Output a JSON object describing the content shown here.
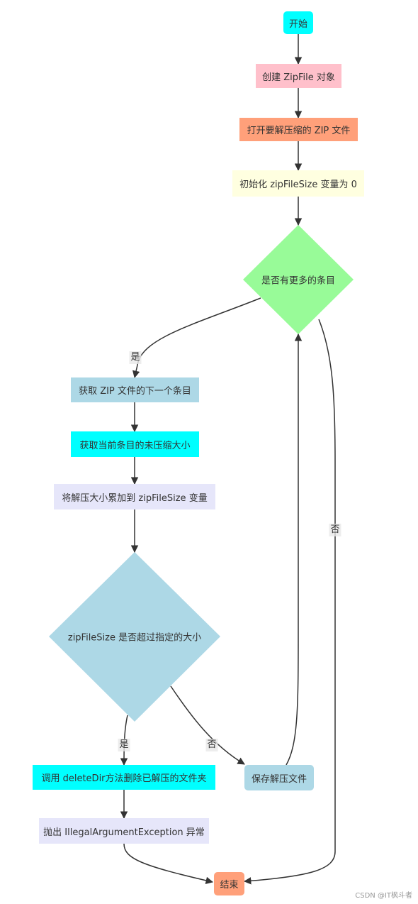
{
  "colors": {
    "cyan": "#00ffff",
    "pink": "#ffc0cb",
    "coral": "#ffa07a",
    "light_yellow": "#ffffe0",
    "pale_green": "#98fb98",
    "light_blue": "#add8e6",
    "lavender": "#e6e6fa",
    "edge": "#333333"
  },
  "nodes": {
    "start": "开始",
    "create_zipfile": "创建 ZipFile 对象",
    "open_zip": "打开要解压缩的 ZIP 文件",
    "init_size": "初始化 zipFileSize 变量为 0",
    "has_more": "是否有更多的条目",
    "get_next_entry": "获取 ZIP 文件的下一个条目",
    "get_uncompressed_size": "获取当前条目的未压缩大小",
    "accumulate_size": "将解压大小累加到 zipFileSize 变量",
    "exceeds_limit": "zipFileSize 是否超过指定的大小",
    "call_delete_dir": "调用 deleteDir方法删除已解压的文件夹",
    "save_file": "保存解压文件",
    "throw_exception": "抛出 IllegalArgumentException 异常",
    "end": "结束"
  },
  "edge_labels": {
    "has_more_yes": "是",
    "has_more_no": "否",
    "exceeds_yes": "是",
    "exceeds_no": "否"
  },
  "watermark": "CSDN @IT枫斗者"
}
